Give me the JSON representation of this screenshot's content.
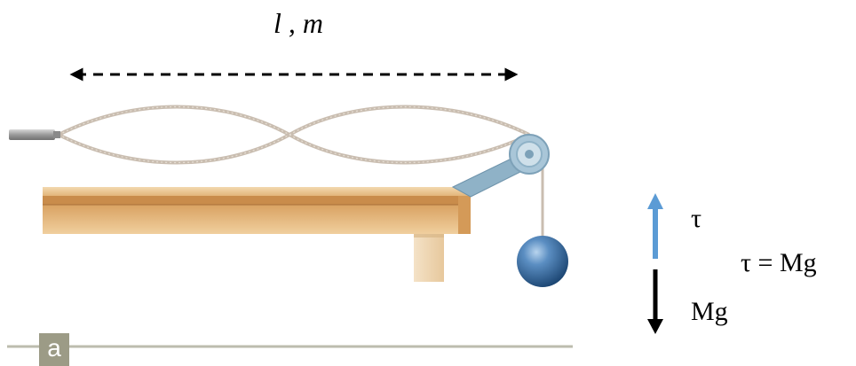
{
  "labels": {
    "length_mass": "l , m",
    "tension": "τ",
    "weight": "Mg",
    "equation": "τ = Mg",
    "panel": "a"
  },
  "colors": {
    "tension_arrow": "#5b9bd5",
    "weight_arrow": "#000000",
    "tabletop": "#e9c18b",
    "table_edge": "#c98c4b",
    "string": "#c9bdb0",
    "pulley_bracket": "#8fb2c7",
    "hanging_mass": "#3a6fa3",
    "panel_badge": "#9c9b86"
  }
}
